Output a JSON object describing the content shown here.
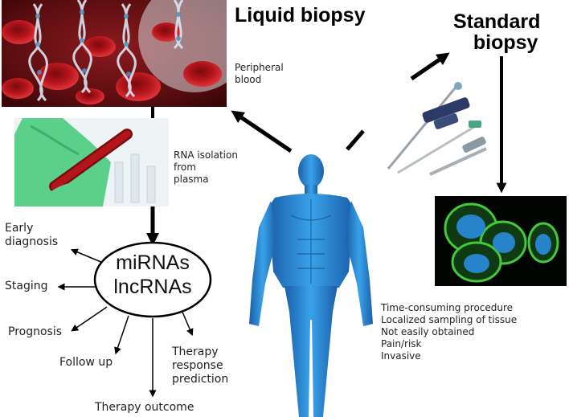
{
  "liquid": {
    "title": "Liquid biopsy",
    "blood_label": [
      "Peripheral",
      "blood"
    ],
    "rna_label": [
      "RNA isolation",
      "from",
      "plasma"
    ]
  },
  "standard": {
    "title": [
      "Standard",
      "biopsy"
    ],
    "drawbacks": [
      "Time-consuming procedure",
      "Localized sampling of tissue",
      "Not easily obtained",
      "Pain/risk",
      "Invasive"
    ]
  },
  "center": {
    "line1": "miRNAs",
    "line2": "lncRNAs"
  },
  "applications": {
    "early": [
      "Early",
      "diagnosis"
    ],
    "staging": "Staging",
    "prognosis": "Prognosis",
    "followup": "Follow up",
    "therapy_response": [
      "Therapy",
      "response",
      "prediction"
    ],
    "therapy_outcome": "Therapy outcome"
  },
  "colors": {
    "blood_red": "#b3151b",
    "glove_green": "#5bd08a",
    "body_blue": "#2f8fd8",
    "cell_green": "#43c93b",
    "nucleus_blue": "#2a8de0"
  }
}
